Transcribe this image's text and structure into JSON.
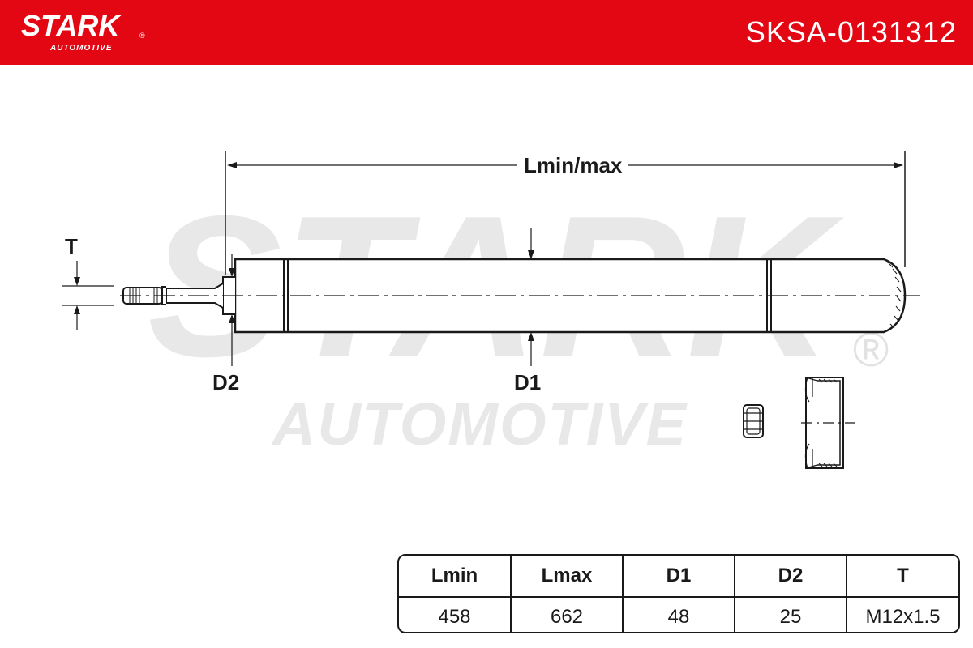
{
  "header": {
    "brand": "STARK",
    "brand_registered": "®",
    "brand_sub": "AUTOMOTIVE",
    "part_number": "SKSA-0131312",
    "background_color": "#e30613"
  },
  "watermark": {
    "brand": "STARK",
    "registered": "®",
    "sub": "AUTOMOTIVE"
  },
  "dimensions": {
    "length": "Lmin/max",
    "thread": "T",
    "rod_diameter": "D2",
    "body_diameter": "D1"
  },
  "specs": {
    "headers": [
      "Lmin",
      "Lmax",
      "D1",
      "D2",
      "T"
    ],
    "values": [
      "458",
      "662",
      "48",
      "25",
      "M12x1.5"
    ]
  }
}
